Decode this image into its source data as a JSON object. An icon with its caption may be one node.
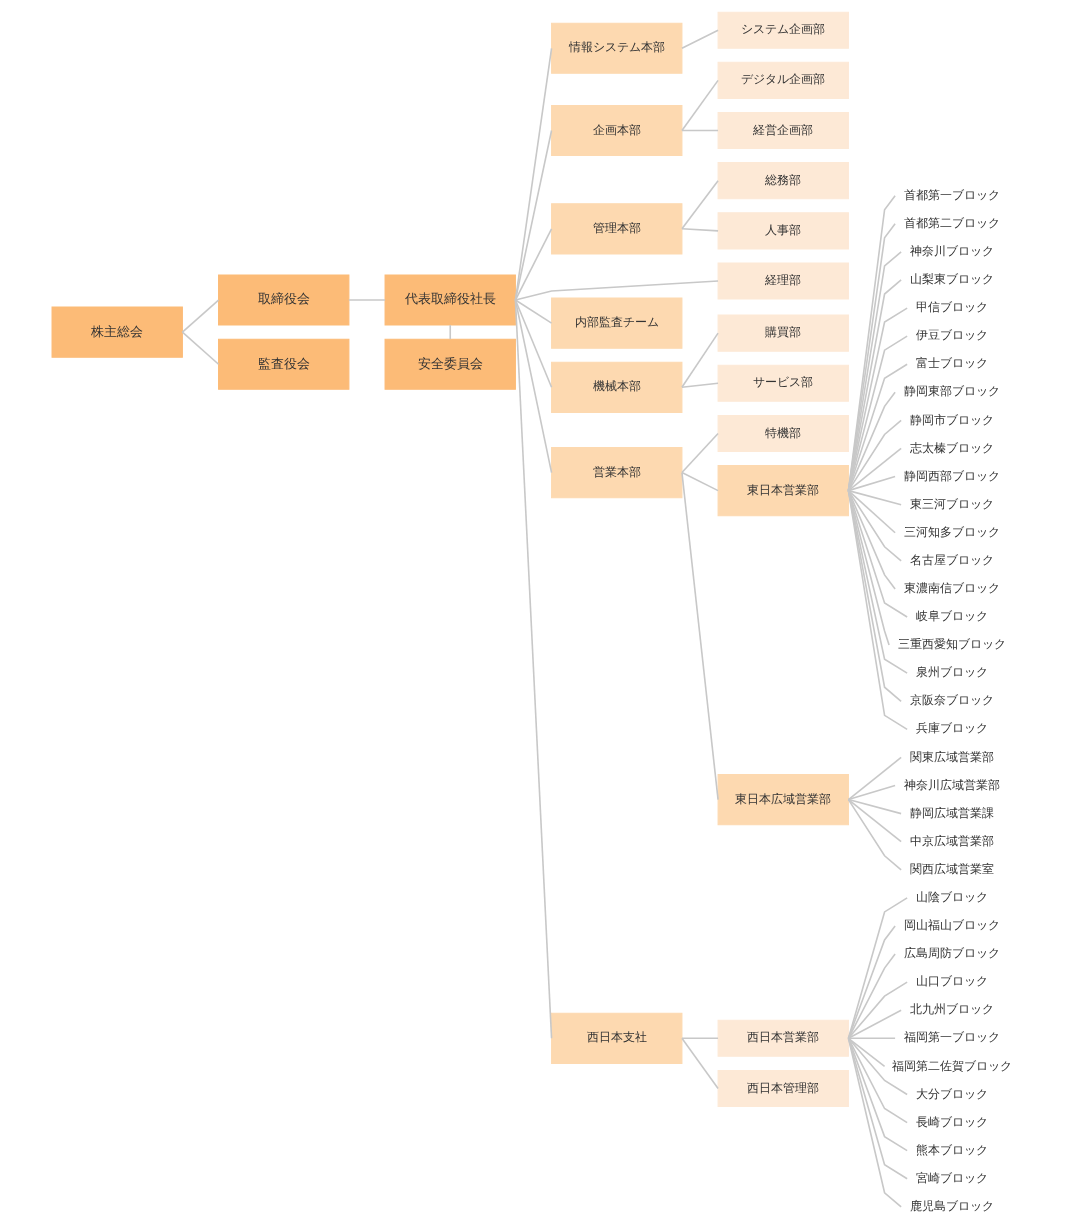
{
  "diagram": {
    "nodes": [
      {
        "text": [
          "株主総会"
        ]
      },
      {
        "text": [
          "取締役会"
        ]
      },
      {
        "text": [
          "監査役会"
        ]
      },
      {
        "text": [
          "代表取締役社長"
        ]
      },
      {
        "text": [
          "安全委員会"
        ]
      },
      {
        "text": [
          "情報システム本部"
        ]
      },
      {
        "text": [
          "システム企画部"
        ]
      },
      {
        "text": [
          "企画本部"
        ]
      },
      {
        "text": [
          "デジタル企画部"
        ]
      },
      {
        "text": [
          "経営企画部"
        ]
      },
      {
        "text": [
          "管理本部"
        ]
      },
      {
        "text": [
          "総務部"
        ]
      },
      {
        "text": [
          "人事部"
        ]
      },
      {
        "text": [
          "経理部"
        ]
      },
      {
        "text": [
          "内部監査チーム"
        ]
      },
      {
        "text": [
          "機械本部"
        ]
      },
      {
        "text": [
          "購買部"
        ]
      },
      {
        "text": [
          "サービス部"
        ]
      },
      {
        "text": [
          "営業本部"
        ]
      },
      {
        "text": [
          "特機部"
        ]
      },
      {
        "text": [
          "東日本営業部"
        ]
      },
      {
        "text": [
          "首都第一ブロック"
        ]
      },
      {
        "text": [
          "首都第二ブロック"
        ]
      },
      {
        "text": [
          "神奈川ブロック"
        ]
      },
      {
        "text": [
          "山梨東ブロック"
        ]
      },
      {
        "text": [
          "甲信ブロック"
        ]
      },
      {
        "text": [
          "伊豆ブロック"
        ]
      },
      {
        "text": [
          "富士ブロック"
        ]
      },
      {
        "text": [
          "静岡東部ブロック"
        ]
      },
      {
        "text": [
          "静岡市ブロック"
        ]
      },
      {
        "text": [
          "志太榛ブロック"
        ]
      },
      {
        "text": [
          "静岡西部ブロック"
        ]
      },
      {
        "text": [
          "東三河ブロック"
        ]
      },
      {
        "text": [
          "三河知多ブロック"
        ]
      },
      {
        "text": [
          "名古屋ブロック"
        ]
      },
      {
        "text": [
          "東濃南信ブロック"
        ]
      },
      {
        "text": [
          "岐阜ブロック"
        ]
      },
      {
        "text": [
          "三重西愛知ブロック"
        ]
      },
      {
        "text": [
          "泉州ブロック"
        ]
      },
      {
        "text": [
          "京阪奈ブロック"
        ]
      },
      {
        "text": [
          "兵庫ブロック"
        ]
      },
      {
        "text": [
          "東日本広域営業部"
        ]
      },
      {
        "text": [
          "関東広域営業部"
        ]
      },
      {
        "text": [
          "神奈川広域営業部"
        ]
      },
      {
        "text": [
          "静岡広域営業課"
        ]
      },
      {
        "text": [
          "中京広域営業部"
        ]
      },
      {
        "text": [
          "関西広域営業室"
        ]
      },
      {
        "text": [
          "西日本支社"
        ]
      },
      {
        "text": [
          "西日本営業部"
        ]
      },
      {
        "text": [
          "山陰ブロック"
        ]
      },
      {
        "text": [
          "岡山福山ブロック"
        ]
      },
      {
        "text": [
          "広島周防ブロック"
        ]
      },
      {
        "text": [
          "山口ブロック"
        ]
      },
      {
        "text": [
          "北九州ブロック"
        ]
      },
      {
        "text": [
          "福岡第一ブロック"
        ]
      },
      {
        "text": [
          "福岡第二佐賀ブロック"
        ]
      },
      {
        "text": [
          "大分ブロック"
        ]
      },
      {
        "text": [
          "長崎ブロック"
        ]
      },
      {
        "text": [
          "熊本ブロック"
        ]
      },
      {
        "text": [
          "宮崎ブロック"
        ]
      },
      {
        "text": [
          "鹿児島ブロック"
        ]
      },
      {
        "text": [
          "西日本管理部"
        ]
      }
    ],
    "edges": [
      {
        "from": 0,
        "to": 1,
        "arrow": "none"
      },
      {
        "from": 0,
        "to": 2,
        "arrow": "none"
      },
      {
        "from": 1,
        "to": 3,
        "arrow": "none"
      },
      {
        "from": 3,
        "to": 4,
        "arrow": "none"
      },
      {
        "from": 3,
        "to": 5,
        "arrow": "none"
      },
      {
        "from": 3,
        "to": 7,
        "arrow": "none"
      },
      {
        "from": 3,
        "to": 10,
        "arrow": "none"
      },
      {
        "from": 3,
        "to": 13,
        "arrow": "none"
      },
      {
        "from": 3,
        "to": 14,
        "arrow": "none"
      },
      {
        "from": 3,
        "to": 15,
        "arrow": "none"
      },
      {
        "from": 3,
        "to": 18,
        "arrow": "none"
      },
      {
        "from": 3,
        "to": 47,
        "arrow": "none"
      },
      {
        "from": 5,
        "to": 6,
        "arrow": "none"
      },
      {
        "from": 7,
        "to": 8,
        "arrow": "none"
      },
      {
        "from": 7,
        "to": 9,
        "arrow": "none"
      },
      {
        "from": 10,
        "to": 11,
        "arrow": "none"
      },
      {
        "from": 10,
        "to": 12,
        "arrow": "none"
      },
      {
        "from": 15,
        "to": 16,
        "arrow": "none"
      },
      {
        "from": 15,
        "to": 17,
        "arrow": "none"
      },
      {
        "from": 18,
        "to": 19,
        "arrow": "none"
      },
      {
        "from": 18,
        "to": 20,
        "arrow": "none"
      },
      {
        "from": 18,
        "to": 41,
        "arrow": "none"
      },
      {
        "from": 20,
        "to": 21,
        "arrow": "none"
      },
      {
        "from": 20,
        "to": 22,
        "arrow": "none"
      },
      {
        "from": 20,
        "to": 23,
        "arrow": "none"
      },
      {
        "from": 20,
        "to": 24,
        "arrow": "none"
      },
      {
        "from": 20,
        "to": 25,
        "arrow": "none"
      },
      {
        "from": 20,
        "to": 26,
        "arrow": "none"
      },
      {
        "from": 20,
        "to": 27,
        "arrow": "none"
      },
      {
        "from": 20,
        "to": 28,
        "arrow": "none"
      },
      {
        "from": 20,
        "to": 29,
        "arrow": "none"
      },
      {
        "from": 20,
        "to": 30,
        "arrow": "none"
      },
      {
        "from": 20,
        "to": 31,
        "arrow": "none"
      },
      {
        "from": 20,
        "to": 32,
        "arrow": "none"
      },
      {
        "from": 20,
        "to": 33,
        "arrow": "none"
      },
      {
        "from": 20,
        "to": 34,
        "arrow": "none"
      },
      {
        "from": 20,
        "to": 35,
        "arrow": "none"
      },
      {
        "from": 20,
        "to": 36,
        "arrow": "none"
      },
      {
        "from": 20,
        "to": 37,
        "arrow": "none"
      },
      {
        "from": 20,
        "to": 38,
        "arrow": "none"
      },
      {
        "from": 20,
        "to": 39,
        "arrow": "none"
      },
      {
        "from": 20,
        "to": 40,
        "arrow": "none"
      },
      {
        "from": 41,
        "to": 42,
        "arrow": "none"
      },
      {
        "from": 41,
        "to": 43,
        "arrow": "none"
      },
      {
        "from": 41,
        "to": 44,
        "arrow": "none"
      },
      {
        "from": 41,
        "to": 45,
        "arrow": "none"
      },
      {
        "from": 41,
        "to": 46,
        "arrow": "none"
      },
      {
        "from": 47,
        "to": 48,
        "arrow": "none"
      },
      {
        "from": 47,
        "to": 61,
        "arrow": "none"
      },
      {
        "from": 48,
        "to": 49,
        "arrow": "none"
      },
      {
        "from": 48,
        "to": 50,
        "arrow": "none"
      },
      {
        "from": 48,
        "to": 51,
        "arrow": "none"
      },
      {
        "from": 48,
        "to": 52,
        "arrow": "none"
      },
      {
        "from": 48,
        "to": 53,
        "arrow": "none"
      },
      {
        "from": 48,
        "to": 54,
        "arrow": "none"
      },
      {
        "from": 48,
        "to": 55,
        "arrow": "none"
      },
      {
        "from": 48,
        "to": 56,
        "arrow": "none"
      },
      {
        "from": 48,
        "to": 57,
        "arrow": "none"
      },
      {
        "from": 48,
        "to": 58,
        "arrow": "none"
      },
      {
        "from": 48,
        "to": 59,
        "arrow": "none"
      },
      {
        "from": 48,
        "to": 60,
        "arrow": "none"
      }
    ]
  }
}
